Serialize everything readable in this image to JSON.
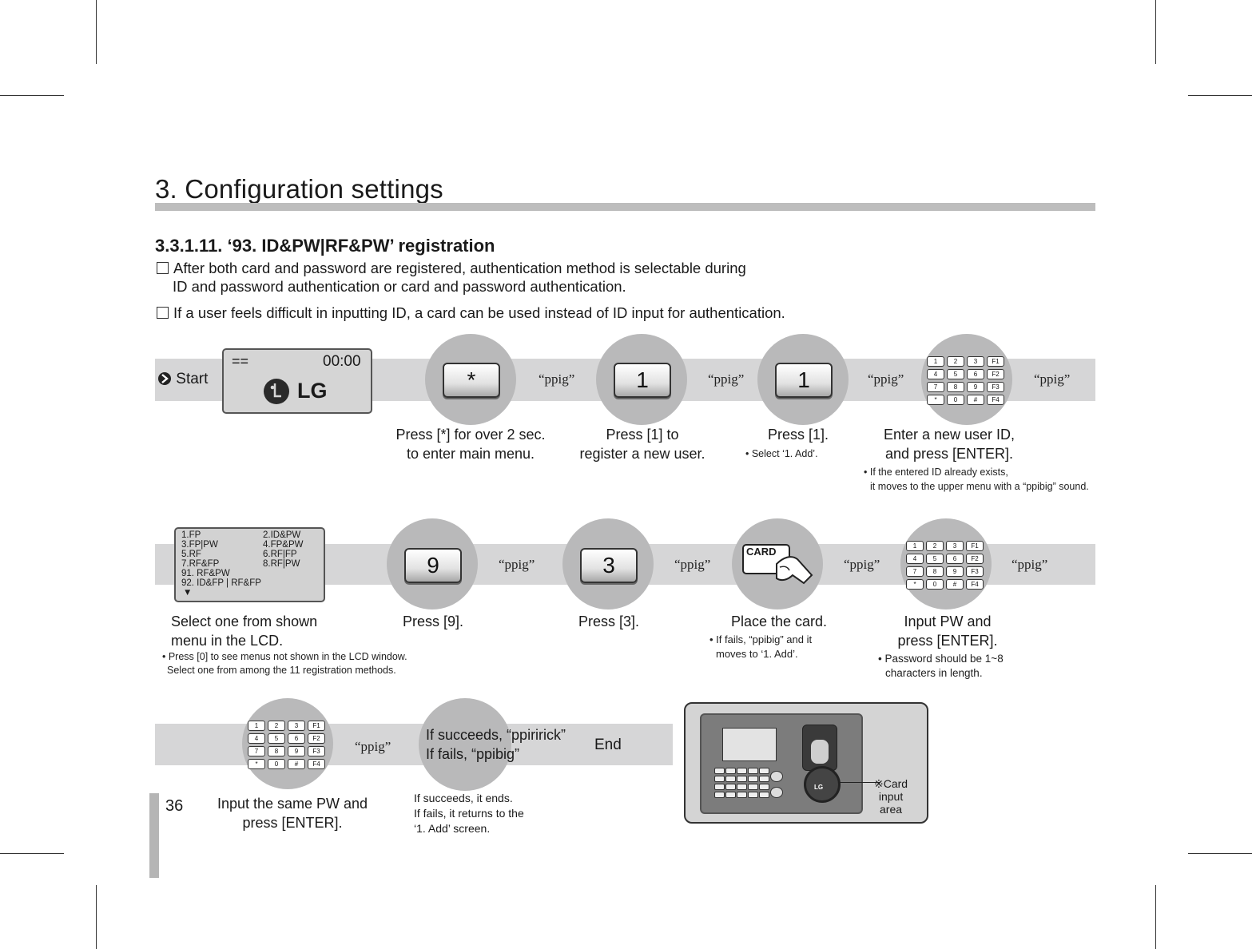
{
  "page": {
    "section_title": "3. Configuration settings",
    "subsection_title": "3.3.1.11. ‘93. ID&PW|RF&PW’ registration",
    "bullets": [
      "After both card and password are registered, authentication method is selectable during",
      "ID and password authentication or card and password authentication.",
      "If a user feels difficult in inputting ID, a card can be used instead of ID input for authentication."
    ],
    "page_number": "36"
  },
  "sound": "“ppig”",
  "row1": {
    "start_label": "Start",
    "lcd": {
      "top_left": "==",
      "time": "00:00",
      "logo": "LG"
    },
    "keys": [
      "*",
      "1",
      "1"
    ],
    "captions": [
      [
        "Press [*] for over 2 sec.",
        "to enter main menu."
      ],
      [
        "Press [1] to",
        "register a new user."
      ],
      [
        "Press [1]."
      ],
      [
        "Enter a new user ID,",
        "and press [ENTER]."
      ]
    ],
    "notes": {
      "select": "• Select ‘1. Add’.",
      "id_exists_1": "• If the entered ID already exists,",
      "id_exists_2": "it moves to the upper menu with a “ppibig” sound."
    }
  },
  "keypad": [
    "1",
    "2",
    "3",
    "F1",
    "4",
    "5",
    "6",
    "F2",
    "7",
    "8",
    "9",
    "F3",
    "*",
    "0",
    "#",
    "F4"
  ],
  "row2": {
    "menu_items": [
      "1.FP",
      "2.ID&PW",
      "3.FP|PW",
      "4.FP&PW",
      "5.RF",
      "6.RF|FP",
      "7.RF&FP",
      "8.RF|PW",
      "91. RF&PW",
      "92. ID&FP | RF&FP",
      "▼"
    ],
    "keys": [
      "9",
      "3"
    ],
    "card_label": "CARD",
    "captions": [
      [
        "Select one from shown",
        "menu in the LCD."
      ],
      [
        "Press [9]."
      ],
      [
        "Press [3]."
      ],
      [
        "Place the card."
      ],
      [
        "Input PW and",
        "press [ENTER]."
      ]
    ],
    "notes": {
      "menu_1": "• Press [0] to see menus not shown in the LCD window.",
      "menu_2": "Select one from among the 11 registration methods.",
      "card_1": "• If fails, “ppibig” and it",
      "card_2": "moves to ‘1. Add’.",
      "pw_1": "• Password should be 1~8",
      "pw_2": "characters in length."
    }
  },
  "row3": {
    "result_1": "If succeeds, “ppiririck”",
    "result_2": "If fails, “ppibig”",
    "end_label": "End",
    "caption": [
      "Input the same PW and",
      "press [ENTER]."
    ],
    "result_notes": [
      "If succeeds, it ends.",
      "If fails, it returns to the",
      "‘1. Add’ screen."
    ],
    "device_logo": "LG",
    "card_area": [
      "※Card",
      "input",
      "area"
    ]
  },
  "colors": {
    "band": "#d6d6d7",
    "circle": "#b9b9ba",
    "rule": "#bdbdbd"
  }
}
